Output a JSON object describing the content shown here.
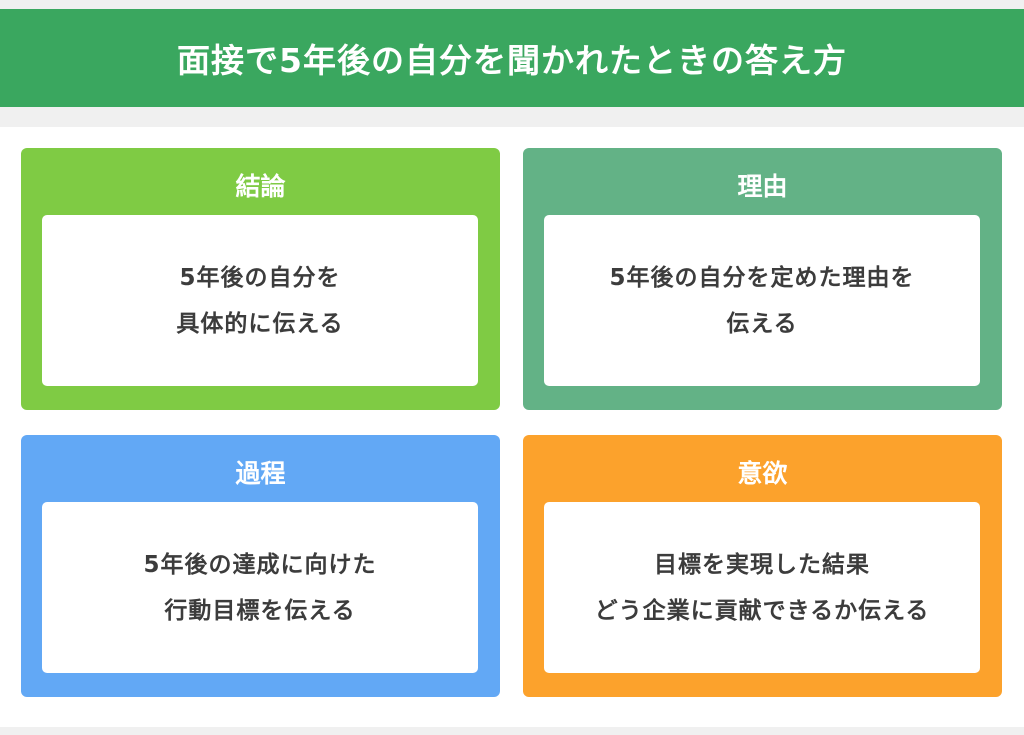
{
  "title": "面接で5年後の自分を聞かれたときの答え方",
  "cards": [
    {
      "title": "結論",
      "lines": [
        "5年後の自分を",
        "具体的に伝える"
      ],
      "color": "#7fcb44"
    },
    {
      "title": "理由",
      "lines": [
        "5年後の自分を定めた理由を",
        "伝える"
      ],
      "color": "#63b286"
    },
    {
      "title": "過程",
      "lines": [
        "5年後の達成に向けた",
        "行動目標を伝える"
      ],
      "color": "#62a8f5"
    },
    {
      "title": "意欲",
      "lines": [
        "目標を実現した結果",
        "どう企業に貢献できるか伝える"
      ],
      "color": "#fca22c"
    }
  ]
}
